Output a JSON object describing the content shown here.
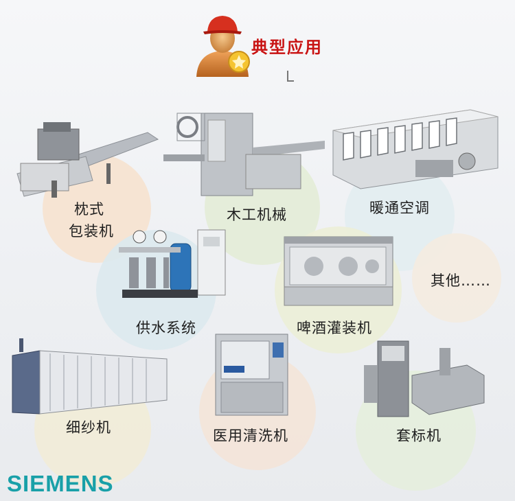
{
  "header": {
    "title": "典型应用"
  },
  "applications": [
    {
      "id": "pillow-pack",
      "label": [
        "枕式",
        "包装机"
      ]
    },
    {
      "id": "woodwork",
      "label": [
        "木工机械"
      ]
    },
    {
      "id": "hvac",
      "label": [
        "暖通空调"
      ]
    },
    {
      "id": "water-supply",
      "label": [
        "供水系统"
      ]
    },
    {
      "id": "beer-filling",
      "label": [
        "啤酒灌装机"
      ]
    },
    {
      "id": "others",
      "label": [
        "其他……"
      ]
    },
    {
      "id": "spinning",
      "label": [
        "细纱机"
      ]
    },
    {
      "id": "medical-washer",
      "label": [
        "医用清洗机"
      ]
    },
    {
      "id": "labeling",
      "label": [
        "套标机"
      ]
    }
  ],
  "footer": {
    "brand": "SIEMENS"
  },
  "colors": {
    "title": "#c81414",
    "brand": "#19a0a8",
    "circle_peach": "#f6e3d2",
    "circle_green": "#e3ecd6",
    "circle_blue": "#dde9ee",
    "circle_cream": "#eeecd7"
  }
}
